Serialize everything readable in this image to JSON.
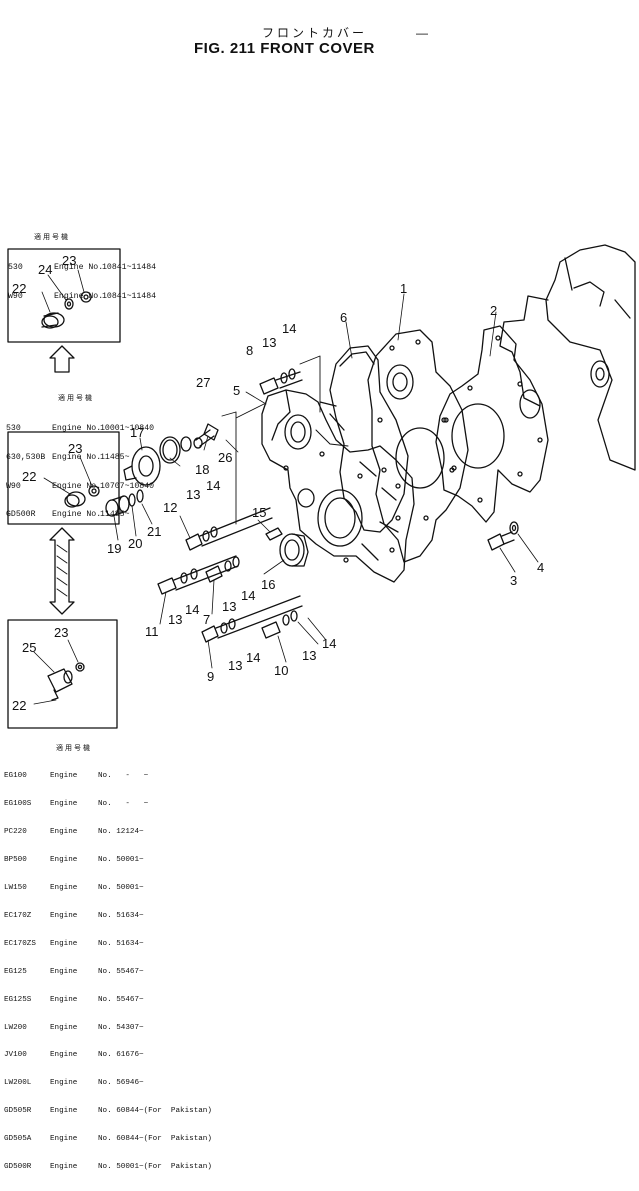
{
  "header": {
    "jp_title": "フロントカバー",
    "dash": "—",
    "title": "FIG. 211  FRONT COVER"
  },
  "applicability": {
    "top": {
      "header": "適用号機",
      "rows": [
        {
          "model": "530",
          "label": "Engine No.",
          "range": "10841~11484"
        },
        {
          "model": "W90",
          "label": "Engine No.",
          "range": "10841~11484"
        }
      ]
    },
    "middle": {
      "header": "適用号機",
      "rows": [
        {
          "model": "530",
          "label": "Engine No.",
          "range": "10001~10840"
        },
        {
          "model": "630,530B",
          "label": "Engine No.",
          "range": "11485~"
        },
        {
          "model": "W90",
          "label": "Engine No.",
          "range": "10707~10840"
        },
        {
          "model": "GD500R",
          "label": "Engine No.",
          "range": "11485~"
        }
      ]
    },
    "bottom": {
      "header": "適用号機",
      "rows": [
        {
          "model": "EG100",
          "label": "Engine",
          "range": "No.   -   ~"
        },
        {
          "model": "EG100S",
          "label": "Engine",
          "range": "No.   -   ~"
        },
        {
          "model": "PC220",
          "label": "Engine",
          "range": "No. 12124~"
        },
        {
          "model": "BP500",
          "label": "Engine",
          "range": "No. 50001~"
        },
        {
          "model": "LW150",
          "label": "Engine",
          "range": "No. 50001~"
        },
        {
          "model": "EC170Z",
          "label": "Engine",
          "range": "No. 51634~"
        },
        {
          "model": "EC170ZS",
          "label": "Engine",
          "range": "No. 51634~"
        },
        {
          "model": "EG125",
          "label": "Engine",
          "range": "No. 55467~"
        },
        {
          "model": "EG125S",
          "label": "Engine",
          "range": "No. 55467~"
        },
        {
          "model": "LW200",
          "label": "Engine",
          "range": "No. 54307~"
        },
        {
          "model": "JV100",
          "label": "Engine",
          "range": "No. 61676~"
        },
        {
          "model": "LW200L",
          "label": "Engine",
          "range": "No. 56946~"
        },
        {
          "model": "GD505R",
          "label": "Engine",
          "range": "No. 60844~(For  Pakistan)"
        },
        {
          "model": "GD505A",
          "label": "Engine",
          "range": "No. 60844~(For  Pakistan)"
        },
        {
          "model": "GD500R",
          "label": "Engine",
          "range": "No. 50001~(For  Pakistan)"
        }
      ]
    }
  },
  "callouts": {
    "p1": "1",
    "p2": "2",
    "p3": "3",
    "p4": "4",
    "p5": "5",
    "p6": "6",
    "p7": "7",
    "p8": "8",
    "p9": "9",
    "p10": "10",
    "p11": "11",
    "p12": "12",
    "p13a": "13",
    "p13b": "13",
    "p13c": "13",
    "p13d": "13",
    "p13e": "13",
    "p13f": "13",
    "p14a": "14",
    "p14b": "14",
    "p14c": "14",
    "p14d": "14",
    "p14e": "14",
    "p14f": "14",
    "p15": "15",
    "p16": "16",
    "p17": "17",
    "p18": "18",
    "p19": "19",
    "p20": "20",
    "p21": "21",
    "p22a": "22",
    "p22b": "22",
    "p22c": "22",
    "p23a": "23",
    "p23b": "23",
    "p23c": "23",
    "p24": "24",
    "p25": "25",
    "p26": "26",
    "p27": "27"
  },
  "colors": {
    "ink": "#111111",
    "paper": "#ffffff"
  }
}
